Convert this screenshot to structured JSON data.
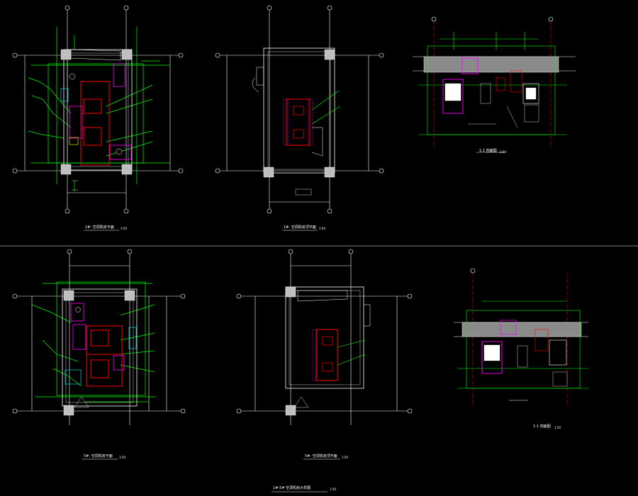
{
  "drawing": {
    "background": "#000000",
    "line_colors": {
      "grid": "#ffffff",
      "wall": "#ffffff",
      "green": "#00ff00",
      "red": "#ff0000",
      "magenta": "#ff00ff",
      "cyan": "#00ffff",
      "yellow": "#ffff00",
      "column": "#bfbfbf"
    },
    "sheet_title": "1#-5# 空调机房大样图",
    "sheet_scale": "1:50",
    "views": [
      {
        "caption": "1#- 空调机房平面",
        "scale": "1:50"
      },
      {
        "caption": "1#- 空调机房顶平面",
        "scale": "1:50"
      },
      {
        "caption": "1-1 剖面图",
        "scale": "1:50"
      },
      {
        "caption": "5#- 空调机房平面",
        "scale": "1:50"
      },
      {
        "caption": "5#- 空调机房顶平面",
        "scale": "1:50"
      },
      {
        "caption": "1-1 剖面图",
        "scale": "1:50"
      }
    ]
  }
}
